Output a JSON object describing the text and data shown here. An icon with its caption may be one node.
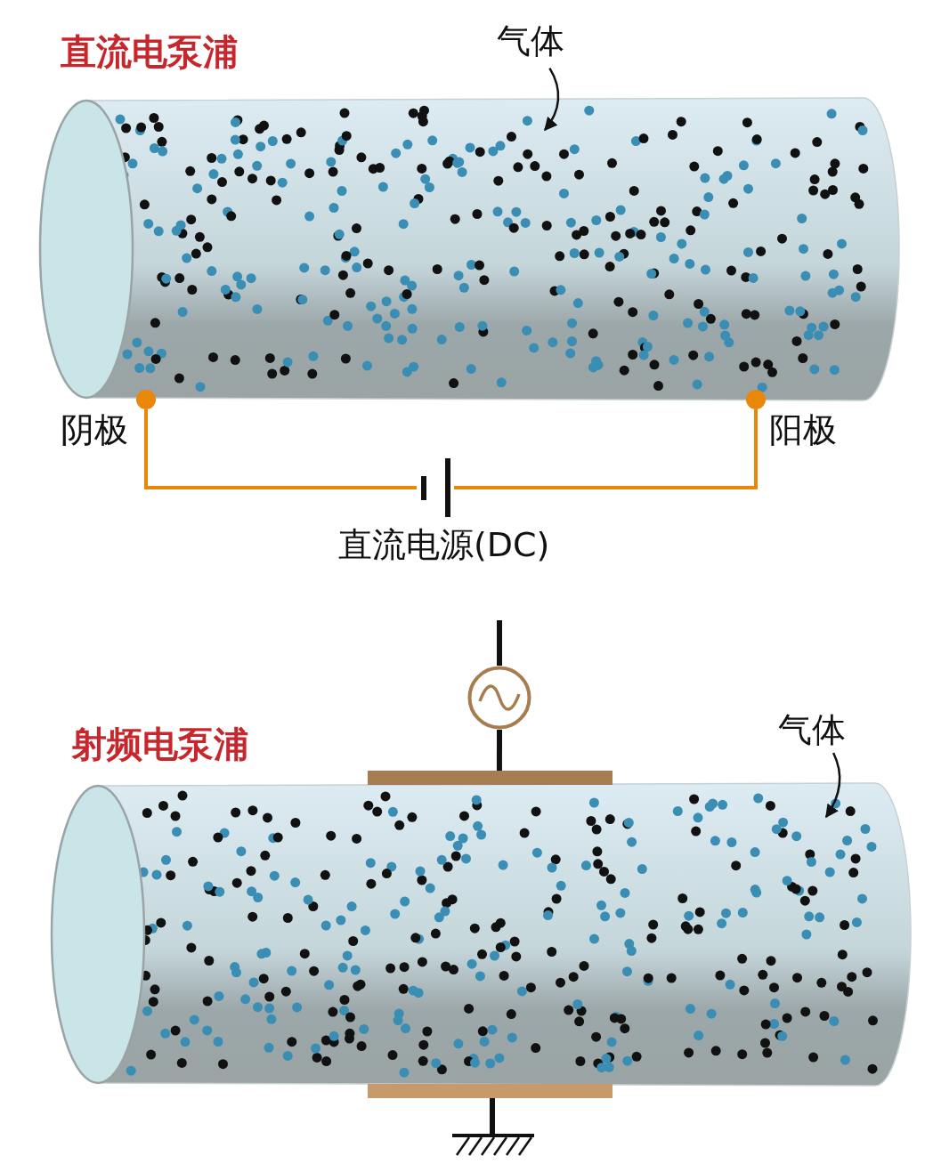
{
  "diagram": {
    "nodes": [
      {
        "text": [],
        "shape": "cylinder"
      },
      {
        "text": [
          "气体"
        ]
      },
      {
        "text": [],
        "shape": "circle",
        "beside": [
          "阴极"
        ]
      },
      {
        "text": [],
        "shape": "circle",
        "beside": [
          "阳极"
        ]
      },
      {
        "text": [],
        "shape": "battery",
        "beside": [
          "直流电源(DC)"
        ]
      },
      {
        "text": [],
        "shape": "cylinder"
      },
      {
        "text": [
          "气体"
        ]
      },
      {
        "text": [],
        "shape": "circle"
      },
      {
        "text": [],
        "shape": "bar"
      },
      {
        "text": [],
        "shape": "bar"
      },
      {
        "text": [],
        "shape": "ground"
      }
    ],
    "edges": [
      {
        "from": 1,
        "to": 0,
        "arrow": "to"
      },
      {
        "from": 2,
        "to": 4,
        "arrow": "none",
        "color": "#e8870a"
      },
      {
        "from": 4,
        "to": 3,
        "arrow": "none",
        "color": "#e8870a"
      },
      {
        "from": 6,
        "to": 5,
        "arrow": "to"
      },
      {
        "from": null,
        "to": 7,
        "arrow": "none"
      },
      {
        "from": 7,
        "to": 8,
        "arrow": "none"
      },
      {
        "from": 9,
        "to": 10,
        "arrow": "none"
      }
    ],
    "labels": [
      "直流电泵浦",
      "射频电泵浦"
    ]
  }
}
